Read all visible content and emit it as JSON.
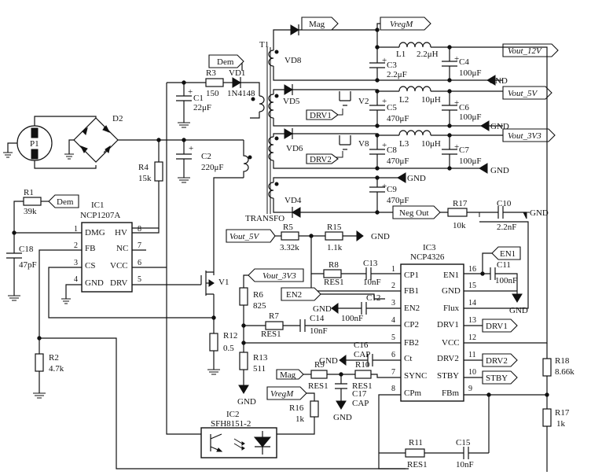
{
  "transformer": {
    "ref": "T1",
    "name": "TRANSFO"
  },
  "ic1": {
    "ref": "IC1",
    "part": "NCP1207A",
    "pins_left": [
      {
        "num": "1",
        "name": "DMG"
      },
      {
        "num": "2",
        "name": "FB"
      },
      {
        "num": "3",
        "name": "CS"
      },
      {
        "num": "4",
        "name": "GND"
      }
    ],
    "pins_right": [
      {
        "num": "8",
        "name": "HV"
      },
      {
        "num": "7",
        "name": "NC"
      },
      {
        "num": "6",
        "name": "VCC"
      },
      {
        "num": "5",
        "name": "DRV"
      }
    ]
  },
  "ic2": {
    "ref": "IC2",
    "part": "SFH8151-2"
  },
  "ic3": {
    "ref": "IC3",
    "part": "NCP4326",
    "pins_left": [
      {
        "num": "1",
        "name": "CP1"
      },
      {
        "num": "2",
        "name": "FB1"
      },
      {
        "num": "3",
        "name": "EN2"
      },
      {
        "num": "4",
        "name": "CP2"
      },
      {
        "num": "5",
        "name": "FB2"
      },
      {
        "num": "6",
        "name": "Ct"
      },
      {
        "num": "7",
        "name": "SYNC"
      },
      {
        "num": "8",
        "name": "CPm"
      }
    ],
    "pins_right": [
      {
        "num": "16",
        "name": "EN1"
      },
      {
        "num": "15",
        "name": "GND"
      },
      {
        "num": "14",
        "name": "Flux"
      },
      {
        "num": "13",
        "name": "DRV1"
      },
      {
        "num": "12",
        "name": "VCC"
      },
      {
        "num": "11",
        "name": "DRV2"
      },
      {
        "num": "10",
        "name": "STBY"
      },
      {
        "num": "9",
        "name": "FBm"
      }
    ]
  },
  "tags": {
    "mag_top": "Mag",
    "vregm_top": "VregM",
    "dem_top": "Dem",
    "dem_left": "Dem",
    "vout_12v": "Vout_12V",
    "vout_5v": "Vout_5V",
    "vout_3v3": "Vout_3V3",
    "drv1_left": "DRV1",
    "drv2_left": "DRV2",
    "neg_out": "Neg Out",
    "vout_5v_in": "Vout_5V",
    "vout_3v3_in": "Vout_3V3",
    "en2": "EN2",
    "en1": "EN1",
    "drv1_out": "DRV1",
    "drv2_out": "DRV2",
    "stby": "STBY",
    "mag_in": "Mag",
    "vregm_in": "VregM"
  },
  "gnd": "GND",
  "components": {
    "p1": "P1",
    "d2": "D2",
    "r1": "R1",
    "r1v": "39k",
    "c18": "C18",
    "c18v": "47pF",
    "r2": "R2",
    "r2v": "4.7k",
    "r3": "R3",
    "r3v": "150",
    "vd1": "VD1",
    "vd1v": "1N4148",
    "c1": "C1",
    "c1v": "22μF",
    "c2": "C2",
    "c2v": "220μF",
    "r4": "R4",
    "r4v": "15k",
    "v1": "V1",
    "r12": "R12",
    "r12v": "0.5",
    "vd8": "VD8",
    "vd5": "VD5",
    "vd6": "VD6",
    "vd4": "VD4",
    "v2": "V2",
    "v8": "V8",
    "c3": "C3",
    "c3v": "2.2μF",
    "l1": "L1",
    "l1v": "2.2μH",
    "c4": "C4",
    "c4v": "100μF",
    "c5": "C5",
    "c5v": "470μF",
    "l2": "L2",
    "l2v": "10μH",
    "c6": "C6",
    "c6v": "100μF",
    "c8": "C8",
    "c8v": "470μF",
    "l3": "L3",
    "l3v": "10μH",
    "c7": "C7",
    "c7v": "100μF",
    "c9": "C9",
    "c9v": "470μF",
    "r17a": "R17",
    "r17av": "10k",
    "c10": "C10",
    "c10v": "2.2nF",
    "r5": "R5",
    "r5v": "3.32k",
    "r15": "R15",
    "r15v": "1.1k",
    "r8": "R8",
    "r8v": "RES1",
    "c13": "C13",
    "c13v": "10nF",
    "r6": "R6",
    "r6v": "825",
    "c12": "C12",
    "c12v": "100nF",
    "r7": "R7",
    "r7v": "RES1",
    "c14": "C14",
    "c14v": "10nF",
    "r13": "R13",
    "r13v": "511",
    "c16": "C16",
    "c16v": "CAP",
    "r9": "R9",
    "r9v": "RES1",
    "r10": "R10",
    "r10v": "RES1",
    "c17": "C17",
    "c17v": "CAP",
    "r16": "R16",
    "r16v": "1k",
    "c11": "C11",
    "c11v": "100nF",
    "r18": "R18",
    "r18v": "8.66k",
    "r17b": "R17",
    "r17bv": "1k",
    "r11": "R11",
    "r11v": "RES1",
    "c15": "C15",
    "c15v": "10nF"
  }
}
